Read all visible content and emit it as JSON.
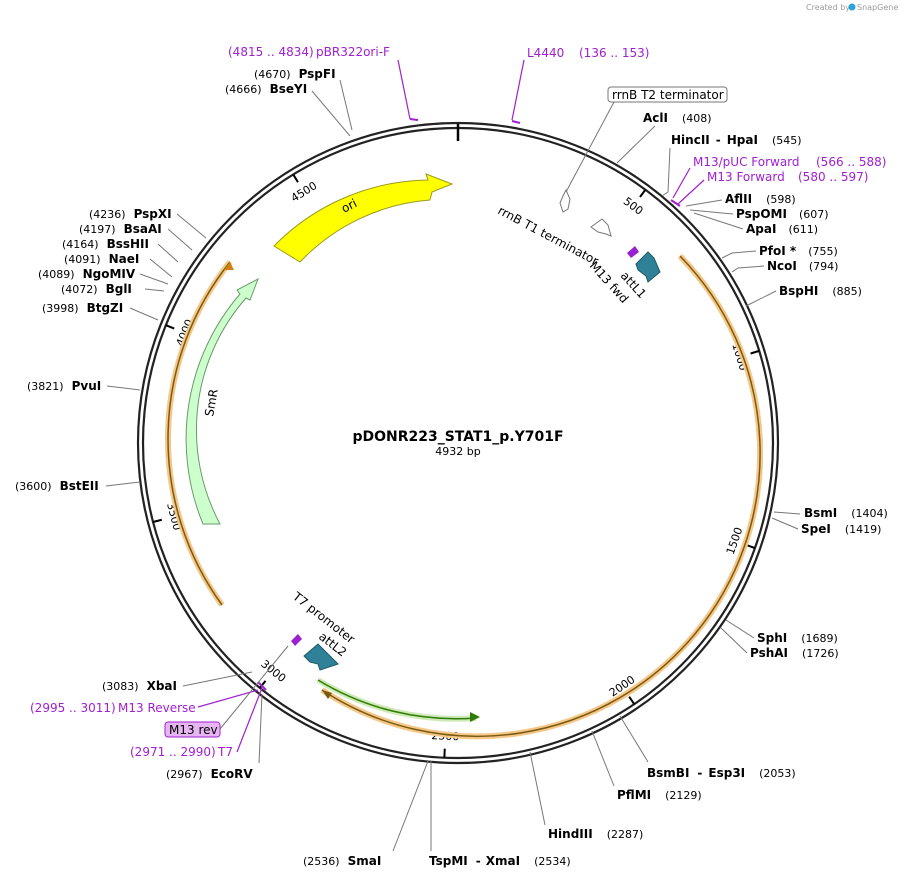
{
  "plasmid": {
    "name": "pDONR223_STAT1_p.Y701F",
    "length_label": "4932 bp"
  },
  "credit": {
    "prefix": "Created by",
    "brand": "SnapGene"
  },
  "colors": {
    "ori": "#ffff00",
    "smr": "#ccffcc",
    "att": "#2e8196",
    "orf_glow": "#f5c88a",
    "orf_line": "#7a5a10",
    "green_arrow": "#2e7d00",
    "primer": "#a020d0",
    "primer_box": "#e7b6f2"
  },
  "ticks": [
    {
      "pos": 500,
      "label": "500"
    },
    {
      "pos": 1000,
      "label": "1000"
    },
    {
      "pos": 1500,
      "label": "1500"
    },
    {
      "pos": 2000,
      "label": "2000"
    },
    {
      "pos": 2500,
      "label": "2500"
    },
    {
      "pos": 3000,
      "label": "3000"
    },
    {
      "pos": 3500,
      "label": "3500"
    },
    {
      "pos": 4000,
      "label": "4000"
    },
    {
      "pos": 4500,
      "label": "4500"
    }
  ],
  "enzymes": [
    {
      "name": "AclI",
      "pos": "(408)"
    },
    {
      "name": "HincII",
      "name2": "HpaI",
      "pos": "(545)"
    },
    {
      "name": "AflII",
      "pos": "(598)"
    },
    {
      "name": "PspOMI",
      "pos": "(607)"
    },
    {
      "name": "ApaI",
      "pos": "(611)"
    },
    {
      "name": "PfoI *",
      "pos": "(755)"
    },
    {
      "name": "NcoI",
      "pos": "(794)"
    },
    {
      "name": "BspHI",
      "pos": "(885)"
    },
    {
      "name": "BsmI",
      "pos": "(1404)"
    },
    {
      "name": "SpeI",
      "pos": "(1419)"
    },
    {
      "name": "SphI",
      "pos": "(1689)"
    },
    {
      "name": "PshAI",
      "pos": "(1726)"
    },
    {
      "name": "BsmBI",
      "name2": "Esp3I",
      "pos": "(2053)"
    },
    {
      "name": "PflMI",
      "pos": "(2129)"
    },
    {
      "name": "HindIII",
      "pos": "(2287)"
    },
    {
      "name": "TspMI",
      "name2": "XmaI",
      "pos": "(2534)"
    },
    {
      "name": "SmaI",
      "pos": "(2536)"
    },
    {
      "name": "EcoRV",
      "pos": "(2967)"
    },
    {
      "name": "XbaI",
      "pos": "(3083)"
    },
    {
      "name": "BstEII",
      "pos": "(3600)"
    },
    {
      "name": "PvuI",
      "pos": "(3821)"
    },
    {
      "name": "BtgZI",
      "pos": "(3998)"
    },
    {
      "name": "BglI",
      "pos": "(4072)"
    },
    {
      "name": "NgoMIV",
      "pos": "(4089)"
    },
    {
      "name": "NaeI",
      "pos": "(4091)"
    },
    {
      "name": "BssHII",
      "pos": "(4164)"
    },
    {
      "name": "BsaAI",
      "pos": "(4197)"
    },
    {
      "name": "PspXI",
      "pos": "(4236)"
    },
    {
      "name": "BseYI",
      "pos": "(4666)"
    },
    {
      "name": "PspFI",
      "pos": "(4670)"
    }
  ],
  "primers": [
    {
      "name": "pBR322ori-F",
      "range": "(4815 .. 4834)"
    },
    {
      "name": "L4440",
      "range": "(136 .. 153)"
    },
    {
      "name": "M13/pUC Forward",
      "range": "(566 .. 588)"
    },
    {
      "name": "M13 Forward",
      "range": "(580 .. 597)"
    },
    {
      "name": "M13 Reverse",
      "range": "(2995 .. 3011)"
    },
    {
      "name": "M13 rev",
      "range": ""
    },
    {
      "name": "T7",
      "range": "(2971 .. 2990)"
    }
  ],
  "features": {
    "rrnB_T2": "rrnB T2 terminator",
    "rrnB_T1": "rrnB T1 terminator",
    "M13_fwd": "M13 fwd",
    "attL1": "attL1",
    "T7_promoter": "T7 promoter",
    "attL2": "attL2",
    "ori": "ori",
    "SmR": "SmR"
  }
}
